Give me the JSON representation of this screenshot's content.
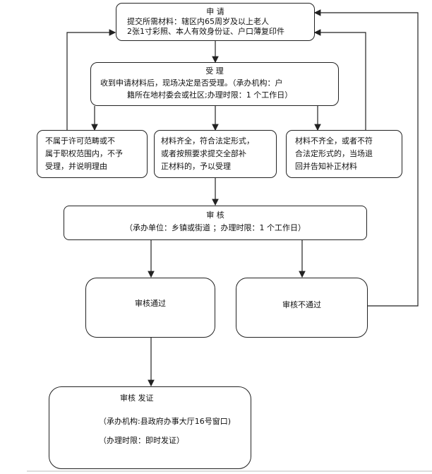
{
  "apply": {
    "title": "申 请",
    "line1": "提交所需材料：辖区内65周岁及以上老人",
    "line2": "2张1寸彩照、本人有效身份证、户口薄复印件"
  },
  "accept": {
    "title": "受 理",
    "line1": "收到申请材料后，现场决定是否受理。（承办机构：户",
    "line2": "籍所在地村委会或社区;办理时限：1 个工作日）"
  },
  "branch_left": {
    "line1": "不属于许可范畴或不",
    "line2": "属于职权范围内，不予",
    "line3": "受理，并说明理由"
  },
  "branch_mid": {
    "line1": "材料齐全，符合法定形式，",
    "line2": "或者按照要求提交全部补",
    "line3": "正材料的，予以受理"
  },
  "branch_right": {
    "line1": "材料不齐全，或者不符",
    "line2": "合法定形式的，当场退",
    "line3": "回并告知补正材料"
  },
  "review": {
    "title": "审 核",
    "line1": "（承办单位：乡镇或街道 ；办理时限：1 个工作日）"
  },
  "pass": {
    "label": "审核通过"
  },
  "fail": {
    "label": "审核不通过"
  },
  "issue": {
    "title": "审核 发证",
    "line1": "（承办机构:县政府办事大厅16号窗口)",
    "line2": "（办理时限：即时发证）"
  }
}
